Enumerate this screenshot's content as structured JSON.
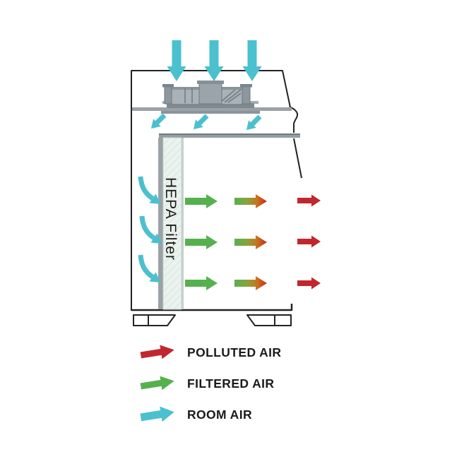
{
  "diagram": {
    "filter_label": "HEPA Filter"
  },
  "colors": {
    "room_air": "#4bc0ce",
    "filtered_air": "#55b14e",
    "polluted_air": "#c1272d",
    "transition_mid": "#c8731f",
    "outline": "#222222",
    "metal": "#9aa2a6",
    "metal_dark": "#6e7b82",
    "filter_body": "#ecf3ef"
  },
  "legend": {
    "items": [
      {
        "label": "POLLUTED AIR",
        "color": "#c1272d"
      },
      {
        "label": "FILTERED AIR",
        "color": "#55b14e"
      },
      {
        "label": "ROOM AIR",
        "color": "#4bc0ce"
      }
    ]
  }
}
